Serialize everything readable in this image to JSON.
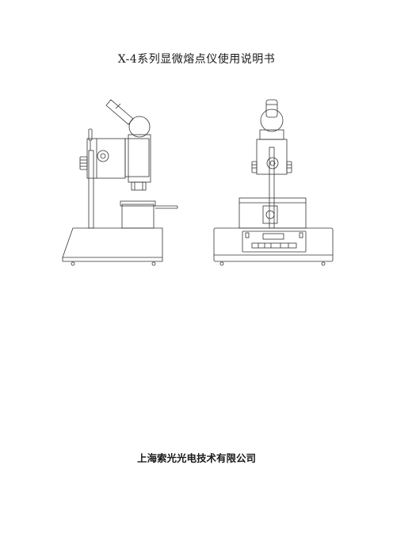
{
  "document": {
    "title": "X-4系列显微熔点仪使用说明书",
    "company": "上海索光光电技术有限公司"
  },
  "figure": {
    "views": [
      "side-view",
      "front-view"
    ],
    "control_panel_buttons": [
      "",
      "",
      "",
      "",
      ""
    ]
  }
}
